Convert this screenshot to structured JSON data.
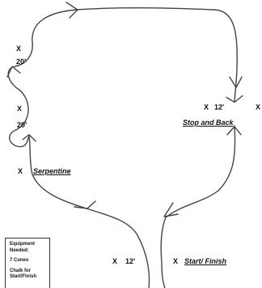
{
  "diagram": {
    "cone_mark": "X",
    "labels": {
      "distance_top_left": "20'",
      "distance_mid_left": "20'",
      "distance_stop": "12'",
      "distance_bottom": "12'",
      "stop_and_back": "Stop and Back",
      "serpentine": "Serpentine",
      "start_finish": "Start/ Finish"
    },
    "equipment": {
      "title": "Equipment Needed:",
      "cones": "7 Cones",
      "chalk": "Chalk for Start/Finish"
    }
  }
}
